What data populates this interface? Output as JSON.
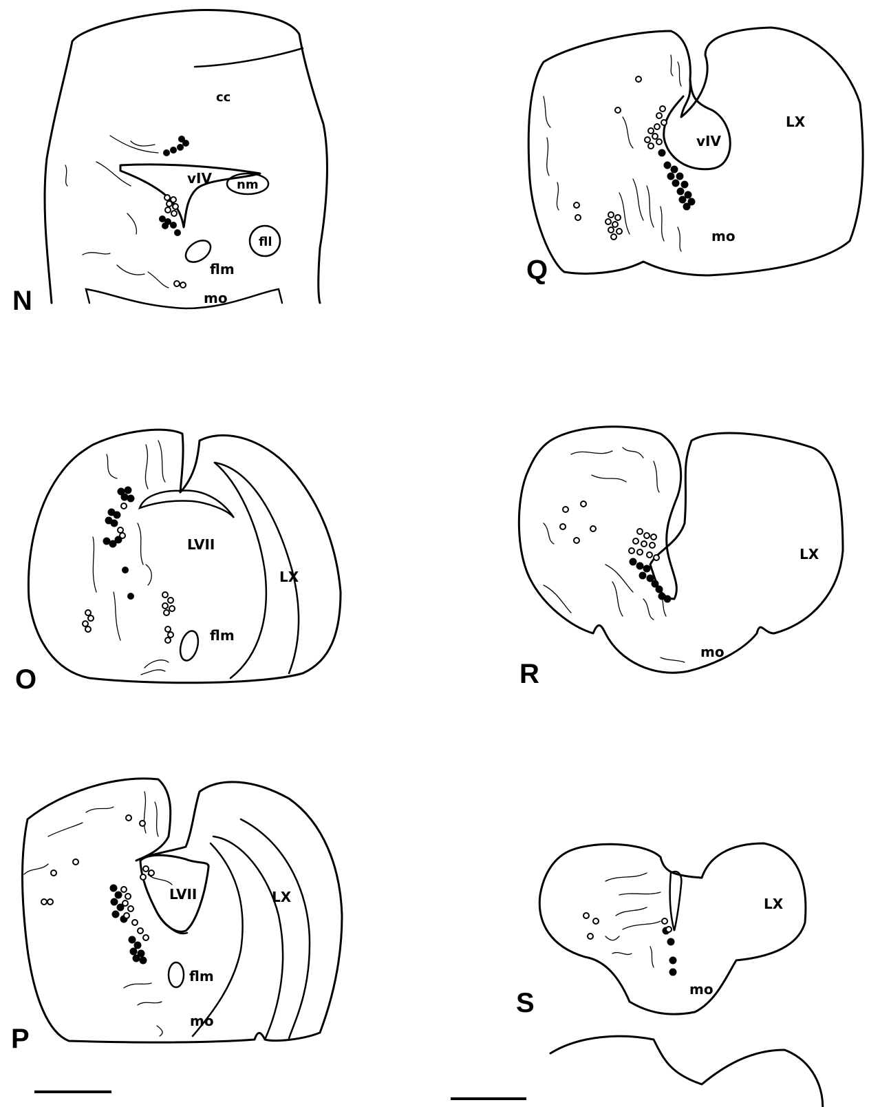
{
  "panels": {
    "N": {
      "label": "N",
      "regions": {
        "cc": "cc",
        "viv": "vIV",
        "nm": "nm",
        "fll": "fll",
        "flm": "flm",
        "mo": "mo"
      }
    },
    "O": {
      "label": "O",
      "regions": {
        "lvii": "LVII",
        "lx": "LX",
        "flm": "flm"
      }
    },
    "P": {
      "label": "P",
      "regions": {
        "lvii": "LVII",
        "lx": "LX",
        "flm": "flm",
        "mo": "mo"
      }
    },
    "Q": {
      "label": "Q",
      "regions": {
        "viv": "vIV",
        "lx": "LX",
        "mo": "mo"
      }
    },
    "R": {
      "label": "R",
      "regions": {
        "lx": "LX",
        "mo": "mo"
      }
    },
    "S": {
      "label": "S",
      "regions": {
        "lx": "LX",
        "mo": "mo"
      }
    }
  },
  "legend_marks": {
    "open_circle": "open-circle-marker",
    "filled_circle": "filled-circle-marker"
  },
  "colors": {
    "ink": "#000000",
    "paper": "#ffffff"
  }
}
